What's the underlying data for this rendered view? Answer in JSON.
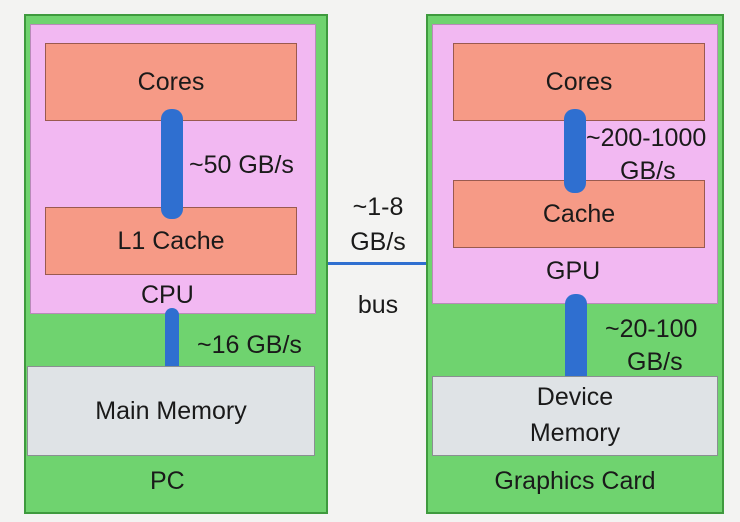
{
  "pc": {
    "title": "PC",
    "cpu_label": "CPU",
    "cores": "Cores",
    "l1_cache": "L1 Cache",
    "main_memory": "Main Memory",
    "bw_cores_l1": "~50 GB/s",
    "bw_cpu_mem": "~16 GB/s"
  },
  "bus": {
    "bandwidth_line1": "~1-8",
    "bandwidth_line2": "GB/s",
    "label": "bus"
  },
  "graphics_card": {
    "title": "Graphics Card",
    "gpu_label": "GPU",
    "cores": "Cores",
    "cache": "Cache",
    "device_memory_line1": "Device",
    "device_memory_line2": "Memory",
    "bw_cores_cache_line1": "~200-1000",
    "bw_cores_cache_line2": "GB/s",
    "bw_gpu_mem_line1": "~20-100",
    "bw_gpu_mem_line2": "GB/s"
  },
  "colors": {
    "board": "#6fd36f",
    "chip": "#f2b8f2",
    "unit": "#f69a86",
    "memory": "#dfe3e6",
    "link": "#2f6fd0"
  }
}
